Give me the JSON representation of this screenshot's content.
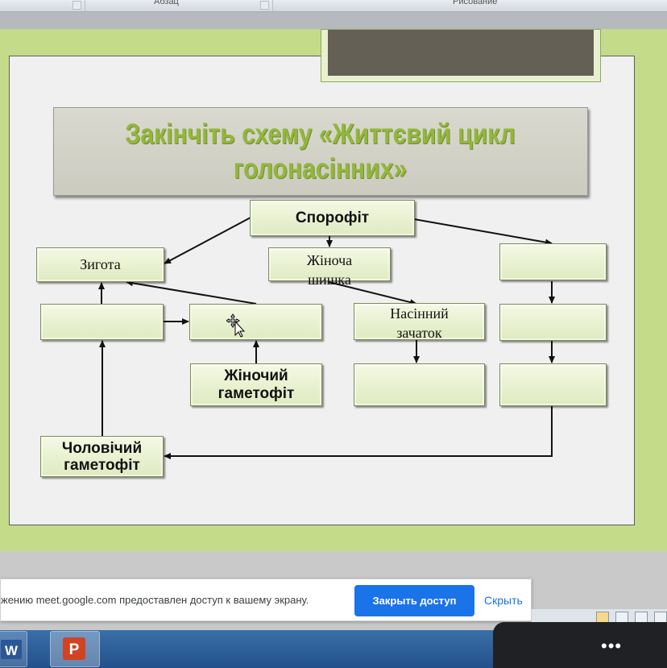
{
  "ribbon": {
    "group_paragraph": "Абзац",
    "group_drawing": "Рисование"
  },
  "slide": {
    "title_line1": "Закінчіть схему «Життєвий цикл",
    "title_line2": "голонасінних»",
    "boxes": {
      "sporophyte": "Спорофіт",
      "zygote": "Зигота",
      "female_cone_line1": "Жіноча",
      "female_cone_line2": "шишка",
      "seed_bud_line1": "Насінний",
      "seed_bud_line2": "зачаток",
      "female_gametophyte_line1": "Жіночий",
      "female_gametophyte_line2": "гаметофіт",
      "male_gametophyte_line1": "Чоловічий",
      "male_gametophyte_line2": "гаметофіт"
    }
  },
  "notification": {
    "message": "жению meet.google.com предоставлен доступ к вашему экрану.",
    "stop_sharing": "Закрыть доступ",
    "hide": "Скрыть"
  },
  "taskbar": {
    "word_icon": "word-app-icon",
    "powerpoint_icon": "powerpoint-app-icon",
    "more_icon": "more-options-icon",
    "more_label": "•••"
  },
  "colors": {
    "title_green": "#93b63c",
    "slide_green": "#c4dc8a",
    "box_fill": "#e6efcc",
    "button_blue": "#1a73e8",
    "taskbar_blue": "#2d5f9a"
  }
}
